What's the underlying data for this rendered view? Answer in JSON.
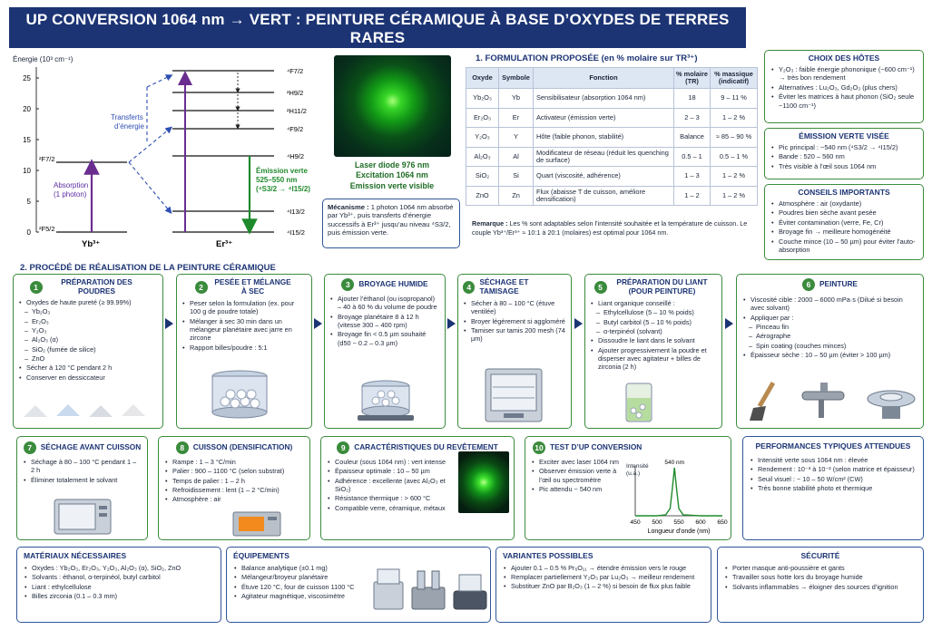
{
  "header": {
    "title": "UP CONVERSION 1064 nm → VERT : PEINTURE CÉRAMIQUE À BASE D’OXYDES DE TERRES RARES",
    "subtitle": "Mécanisme : Yb³⁺ (sensibilisateur) → Er³⁺ (activateur)"
  },
  "energy_diagram": {
    "ylabel": "Énergie (10³ cm⁻¹)",
    "ticks": [
      "25",
      "20",
      "15",
      "10",
      "5",
      "0"
    ],
    "yb_label": "Yb³⁺",
    "er_label": "Er³⁺",
    "yb_levels": [
      "²F7/2",
      "²F5/2"
    ],
    "er_levels": [
      "⁴F7/2",
      "²H9/2",
      "²H11/2",
      "⁴F9/2",
      "⁴H9/2",
      "⁴I13/2",
      "⁴I15/2"
    ],
    "absorption_label": "Absorption\n(1 photon)",
    "transfer_label": "Transferts\nd’énergie",
    "emission_label": "Émission verte\n525–550 nm\n(⁴S3/2 → ⁴I15/2)"
  },
  "laser_photo": {
    "caption_line1": "Laser diode 976 nm",
    "caption_line2": "Excitation 1064 nm",
    "caption_line3": "Emission verte visible"
  },
  "mechanism_note": {
    "bold": "Mécanisme :",
    "text": " 1 photon 1064 nm absorbé par Yb³⁺, puis transferts d’énergie successifs à Er³⁺ jusqu’au niveau ⁴S3/2, puis émission verte."
  },
  "formulation": {
    "title": "1. FORMULATION PROPOSÉE (en % molaire sur TR³⁺)",
    "headers": [
      "Oxyde",
      "Symbole",
      "Fonction",
      "% molaire (TR)",
      "% massique (indicatif)"
    ],
    "rows": [
      [
        "Yb₂O₃",
        "Yb",
        "Sensibilisateur (absorption 1064 nm)",
        "18",
        "9 – 11 %"
      ],
      [
        "Er₂O₃",
        "Er",
        "Activateur (émission verte)",
        "2 – 3",
        "1 – 2 %"
      ],
      [
        "Y₂O₃",
        "Y",
        "Hôte (faible phonon, stabilité)",
        "Balance",
        "≈ 85 – 90 %"
      ],
      [
        "Al₂O₃",
        "Al",
        "Modificateur de réseau (réduit les quenching de surface)",
        "0.5 – 1",
        "0.5 – 1 %"
      ],
      [
        "SiO₂",
        "Si",
        "Quart (viscosité, adhérence)",
        "1 – 3",
        "1 – 2 %"
      ],
      [
        "ZnO",
        "Zn",
        "Flux (abaisse T de cuisson, améliore densification)",
        "1 – 2",
        "1 – 2 %"
      ]
    ],
    "remark_bold": "Remarque :",
    "remark": " Les % sont adaptables selon l’intensité souhaitée et la température de cuisson. Le couple Yb³⁺/Er³⁺ ≈ 10:1 à 20:1 (molaires) est optimal pour 1064 nm."
  },
  "hosts": {
    "title": "CHOIX DES HÔTES",
    "items": [
      "Y₂O₃ : faible énergie phononique (~600 cm⁻¹) → très bon rendement",
      "Alternatives : Lu₂O₃, Gd₂O₃ (plus chers)",
      "Éviter les matrices à haut phonon (SiO₂ seule ~1100 cm⁻¹)"
    ]
  },
  "emission": {
    "title": "ÉMISSION VERTE VISÉE",
    "items": [
      "Pic principal : ~540 nm (⁴S3/2 → ⁴I15/2)",
      "Bande : 520 – 560 nm",
      "Très visible à l’œil sous 1064 nm"
    ]
  },
  "advice": {
    "title": "CONSEILS IMPORTANTS",
    "items": [
      "Atmosphère : air (oxydante)",
      "Poudres bien sèche avant pesée",
      "Éviter contamination (verre, Fe, Cr)",
      "Broyage fin → meilleure homogénéité",
      "Couche mince (10 – 50 µm) pour éviter l’auto-absorption"
    ]
  },
  "process": {
    "title": "2. PROCÉDÉ DE RÉALISATION DE LA PEINTURE CÉRAMIQUE",
    "steps": [
      {
        "n": "1",
        "title": "PRÉPARATION DES POUDRES",
        "items": [
          "Oxydes de haute pureté (≥ 99.99%)"
        ],
        "sub": [
          "Yb₂O₃",
          "Er₂O₃",
          "Y₂O₃",
          "Al₂O₃ (α)",
          "SiO₂ (fumée de silice)",
          "ZnO"
        ],
        "items2": [
          "Sécher à 120 °C pendant 2 h",
          "Conserver en dessiccateur"
        ]
      },
      {
        "n": "2",
        "title": "PESÉE ET MÉLANGE À SEC",
        "items": [
          "Peser selon la formulation (ex. pour 100 g de poudre totale)",
          "Mélanger à sec 30 min dans un mélangeur planétaire avec jarre en zircone",
          "Rapport billes/poudre : 5:1"
        ]
      },
      {
        "n": "3",
        "title": "BROYAGE HUMIDE",
        "items": [
          "Ajouter l’éthanol (ou isopropanol) – 40 à 60 % du volume de poudre",
          "Broyage planétaire 8 à 12 h (vitesse 300 – 400 rpm)",
          "Broyage fin < 0.5 µm souhaité (d50 ~ 0.2 – 0.3 µm)"
        ]
      },
      {
        "n": "4",
        "title": "SÉCHAGE ET TAMISAGE",
        "items": [
          "Sécher à 80 – 100 °C (étuve ventilée)",
          "Broyer légèrement si aggloméré",
          "Tamiser sur tamis 200 mesh (74 µm)"
        ]
      },
      {
        "n": "5",
        "title": "PRÉPARATION DU LIANT (POUR PEINTURE)",
        "items": [
          "Liant organique conseillé :"
        ],
        "sub": [
          "Ethylcellulose (5 – 10 % poids)",
          "Butyl carbitol (5 – 10 % poids)",
          "α-terpinéol (solvant)"
        ],
        "items2": [
          "Dissoudre le liant dans le solvant",
          "Ajouter progressivement la poudre et disperser avec agitateur + billes de zirconia (2 h)"
        ]
      },
      {
        "n": "6",
        "title": "PEINTURE",
        "items": [
          "Viscosité cible : 2000 – 6000 mPa·s (Dilué si besoin avec solvant)",
          "Appliquer par :"
        ],
        "sub": [
          "Pinceau fin",
          "Aérographe",
          "Spin coating (couches minces)"
        ],
        "items2": [
          "Épaisseur sèche : 10 – 50 µm (éviter > 100 µm)"
        ]
      },
      {
        "n": "7",
        "title": "SÉCHAGE AVANT CUISSON",
        "items": [
          "Séchage à 80 – 100 °C pendant 1 – 2 h",
          "Éliminer totalement le solvant"
        ]
      },
      {
        "n": "8",
        "title": "CUISSON (DENSIFICATION)",
        "items": [
          "Rampe : 1 – 3 °C/min",
          "Palier : 900 – 1100 °C (selon substrat)",
          "Temps de palier : 1 – 2 h",
          "Refroidissement : lent (1 – 2 °C/min)",
          "Atmosphère : air"
        ]
      },
      {
        "n": "9",
        "title": "CARACTÉRISTIQUES DU REVÊTEMENT",
        "items": [
          "Couleur (sous 1064 nm) : vert intense",
          "Épaisseur optimale : 10 – 50 µm",
          "Adhérence : excellente (avec Al₂O₃ et SiO₂)",
          "Résistance thermique : > 600 °C",
          "Compatible verre, céramique, métaux"
        ]
      },
      {
        "n": "10",
        "title": "TEST D’UP CONVERSION",
        "items": [
          "Exciter avec laser 1064 nm",
          "Observer émission verte à l’œil ou spectromètre",
          "Pic attendu ~ 540 nm"
        ]
      }
    ]
  },
  "performance": {
    "title": "PERFORMANCES TYPIQUES ATTENDUES",
    "items": [
      "Intensité verte sous 1064 nm : élevée",
      "Rendement : 10⁻³ à 10⁻² (selon matrice et épaisseur)",
      "Seuil visuel : ~ 10 – 50 W/cm² (CW)",
      "Très bonne stabilité photo et thermique"
    ]
  },
  "spectrum": {
    "peak_label": "540 nm",
    "ylabel": "Intensité (u.a.)",
    "xlabel": "Longueur d’onde (nm)",
    "x_ticks": [
      "450",
      "500",
      "550",
      "600",
      "650"
    ]
  },
  "chart_data": {
    "type": "line",
    "title": "",
    "xlabel": "Longueur d’onde (nm)",
    "ylabel": "Intensité (u.a.)",
    "x": [
      450,
      500,
      520,
      530,
      535,
      540,
      545,
      550,
      560,
      600,
      650
    ],
    "series": [
      {
        "values": [
          0,
          0,
          0.02,
          0.15,
          0.55,
          1.0,
          0.55,
          0.15,
          0.02,
          0,
          0
        ]
      }
    ],
    "xlim": [
      450,
      650
    ],
    "annotations": [
      "540 nm"
    ]
  },
  "materials": {
    "title": "MATÉRIAUX NÉCESSAIRES",
    "items": [
      "Oxydes : Yb₂O₃, Er₂O₃, Y₂O₃, Al₂O₃ (α), SiO₂, ZnO",
      "Solvants : éthanol, α-terpinéol, butyl carbitol",
      "Liant : ethylcellulose",
      "Billes zirconia (0.1 – 0.3 mm)"
    ]
  },
  "equipment": {
    "title": "ÉQUIPEMENTS",
    "items": [
      "Balance analytique (±0.1 mg)",
      "Mélangeur/broyeur planétaire",
      "Étuve 120 °C, four de cuisson 1100 °C",
      "Agitateur magnétique, viscosimètre"
    ]
  },
  "variants": {
    "title": "VARIANTES POSSIBLES",
    "items": [
      "Ajouter 0.1 – 0.5 % Pr₆O₁₁ → étendre émission vers le rouge",
      "Remplacer partiellement Y₂O₃ par Lu₂O₃ → meilleur rendement",
      "Substituer ZnO par B₂O₃ (1 – 2 %) si besoin de flux plus faible"
    ]
  },
  "safety": {
    "title": "SÉCURITÉ",
    "items": [
      "Porter masque anti-poussière et gants",
      "Travailler sous hotte lors du broyage humide",
      "Solvants inflammables → éloigner des sources d’ignition"
    ]
  },
  "colors": {
    "navy": "#1c3474",
    "green": "#3b8b3c",
    "purple": "#6a2d8f",
    "emission_green": "#1f8a2c",
    "blue_dashed": "#2d4fb3"
  }
}
